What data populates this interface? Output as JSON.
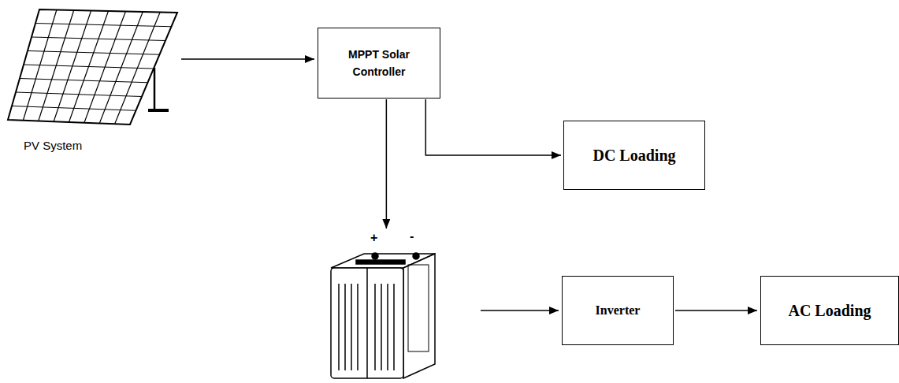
{
  "diagram": {
    "nodes": [
      {
        "text": [
          "PV System"
        ]
      },
      {
        "text": [
          "MPPT Solar Controller"
        ]
      },
      {
        "text": [
          "DC Loading"
        ]
      },
      {
        "text": [
          "+",
          "-"
        ]
      },
      {
        "text": [
          "Inverter"
        ]
      },
      {
        "text": [
          "AC Loading"
        ]
      }
    ],
    "edges": [
      {
        "from": 0,
        "to": 1,
        "arrow": "to"
      },
      {
        "from": 1,
        "to": 2,
        "arrow": "to"
      },
      {
        "from": 1,
        "to": 3,
        "arrow": "to"
      },
      {
        "from": 3,
        "to": 4,
        "arrow": "to"
      },
      {
        "from": 4,
        "to": 5,
        "arrow": "to"
      }
    ]
  }
}
